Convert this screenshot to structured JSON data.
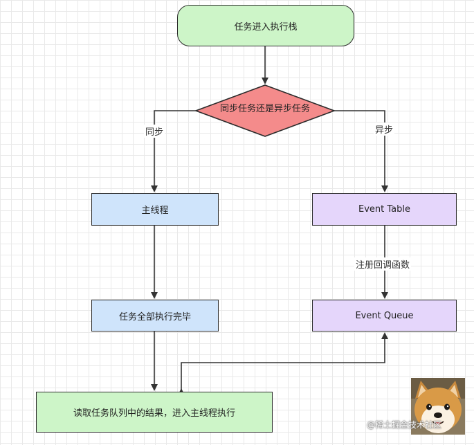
{
  "diagram": {
    "start": "任务进入执行栈",
    "decision": "同步任务还是异步任务",
    "branch_sync": "同步",
    "branch_async": "异步",
    "main_thread": "主线程",
    "tasks_done": "任务全部执行完毕",
    "event_table": "Event Table",
    "register_callback": "注册回调函数",
    "event_queue": "Event Queue",
    "read_results": "读取任务队列中的结果，进入主线程执行"
  },
  "watermark": "@稀土掘金技术社区",
  "colors": {
    "start_fill": "#cdf5c8",
    "decision_fill": "#f48b8b",
    "main_fill": "#cfe4fb",
    "event_fill": "#e5d6fb",
    "line": "#333333"
  },
  "images": {
    "corner_sticker": "shiba-dog-face"
  }
}
